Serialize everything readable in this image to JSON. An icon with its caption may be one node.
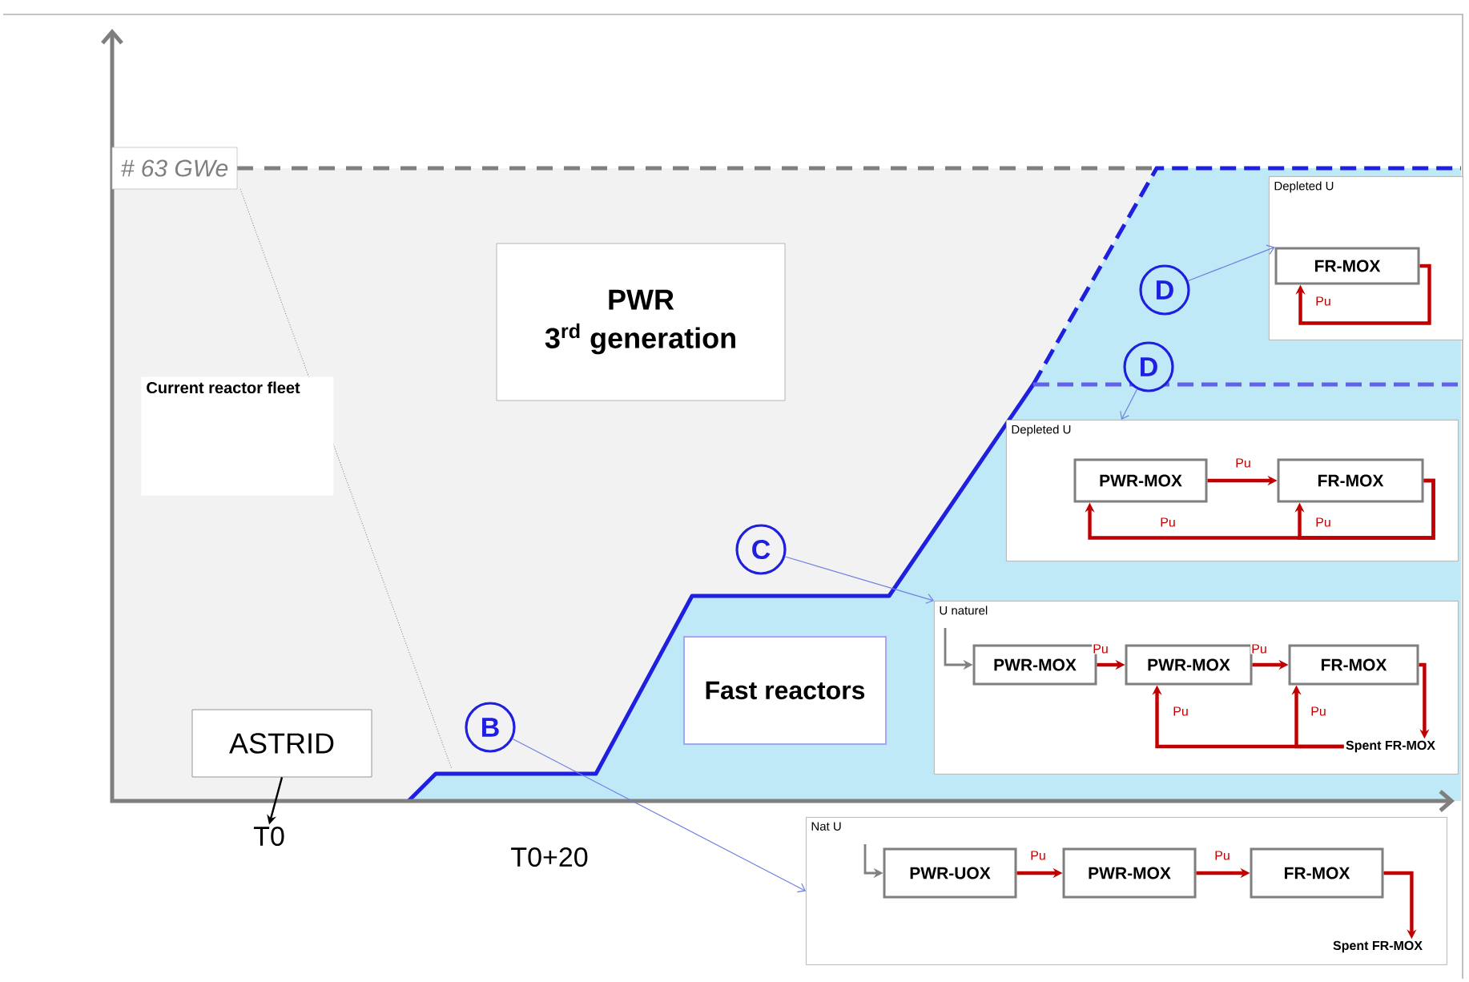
{
  "diagram": {
    "nodes": [
      {
        "text": [
          "# 63 GWe"
        ]
      },
      {
        "text": [
          "Current reactor fleet"
        ]
      },
      {
        "text": [
          "PWR",
          "3$^{rd}$ generation"
        ]
      },
      {
        "text": [
          "ASTRID"
        ]
      },
      {
        "text": [
          "Fast reactors"
        ]
      },
      {
        "text": [
          "B"
        ]
      },
      {
        "text": [
          "C"
        ]
      },
      {
        "text": [
          "D"
        ]
      },
      {
        "text": [
          "D"
        ]
      },
      {
        "text": [
          "Depleted U"
        ]
      },
      {
        "text": [
          "FR-MOX"
        ],
        "in": 9
      },
      {
        "text": [
          "Depleted U"
        ]
      },
      {
        "text": [
          "PWR-MOX"
        ],
        "in": 11
      },
      {
        "text": [
          "FR-MOX"
        ],
        "in": 11
      },
      {
        "text": [
          "U naturel"
        ]
      },
      {
        "text": [
          "PWR-MOX"
        ],
        "in": 14
      },
      {
        "text": [
          "PWR-MOX"
        ],
        "in": 14
      },
      {
        "text": [
          "FR-MOX"
        ],
        "in": 14
      },
      {
        "text": [
          "Spent FR-MOX"
        ],
        "in": 14
      },
      {
        "text": [
          "Nat U"
        ]
      },
      {
        "text": [
          "PWR-UOX"
        ],
        "in": 19
      },
      {
        "text": [
          "PWR-MOX"
        ],
        "in": 19
      },
      {
        "text": [
          "FR-MOX"
        ],
        "in": 19
      },
      {
        "text": [
          "Spent FR-MOX"
        ],
        "in": 19
      },
      {
        "text": [
          "T0"
        ]
      }
    ],
    "edges": [
      {
        "from": 5,
        "to": 19,
        "arrow": "to",
        "color": "#6f7fe0"
      },
      {
        "from": 6,
        "to": 14,
        "arrow": "to",
        "color": "#6f7fe0"
      },
      {
        "from": 7,
        "to": 10,
        "arrow": "to",
        "color": "#6f7fe0"
      },
      {
        "from": 8,
        "to": 11,
        "arrow": "to",
        "color": "#6f7fe0"
      },
      {
        "from": 10,
        "to": 10,
        "arrow": "to",
        "label": "Pu"
      },
      {
        "from": 12,
        "to": 13,
        "arrow": "to",
        "label": "Pu"
      },
      {
        "from": 13,
        "to": 12,
        "arrow": "to",
        "label": "Pu"
      },
      {
        "from": 13,
        "to": 13,
        "arrow": "to",
        "label": "Pu"
      },
      {
        "from": null,
        "to": 15,
        "arrow": "to",
        "color": "#808080"
      },
      {
        "from": 15,
        "to": 16,
        "arrow": "to",
        "label": "Pu"
      },
      {
        "from": 16,
        "to": 17,
        "arrow": "to",
        "label": "Pu"
      },
      {
        "from": 17,
        "to": 18,
        "arrow": "to"
      },
      {
        "from": 18,
        "to": 16,
        "arrow": "to",
        "label": "Pu"
      },
      {
        "from": 18,
        "to": 17,
        "arrow": "to",
        "label": "Pu"
      },
      {
        "from": null,
        "to": 20,
        "arrow": "to",
        "color": "#808080"
      },
      {
        "from": 20,
        "to": 21,
        "arrow": "to",
        "label": "Pu"
      },
      {
        "from": 21,
        "to": 22,
        "arrow": "to",
        "label": "Pu"
      },
      {
        "from": 22,
        "to": 23,
        "arrow": "to"
      },
      {
        "from": 3,
        "to": 24,
        "arrow": "to",
        "color": "#000000"
      }
    ],
    "labels": [
      "T0+20"
    ]
  }
}
